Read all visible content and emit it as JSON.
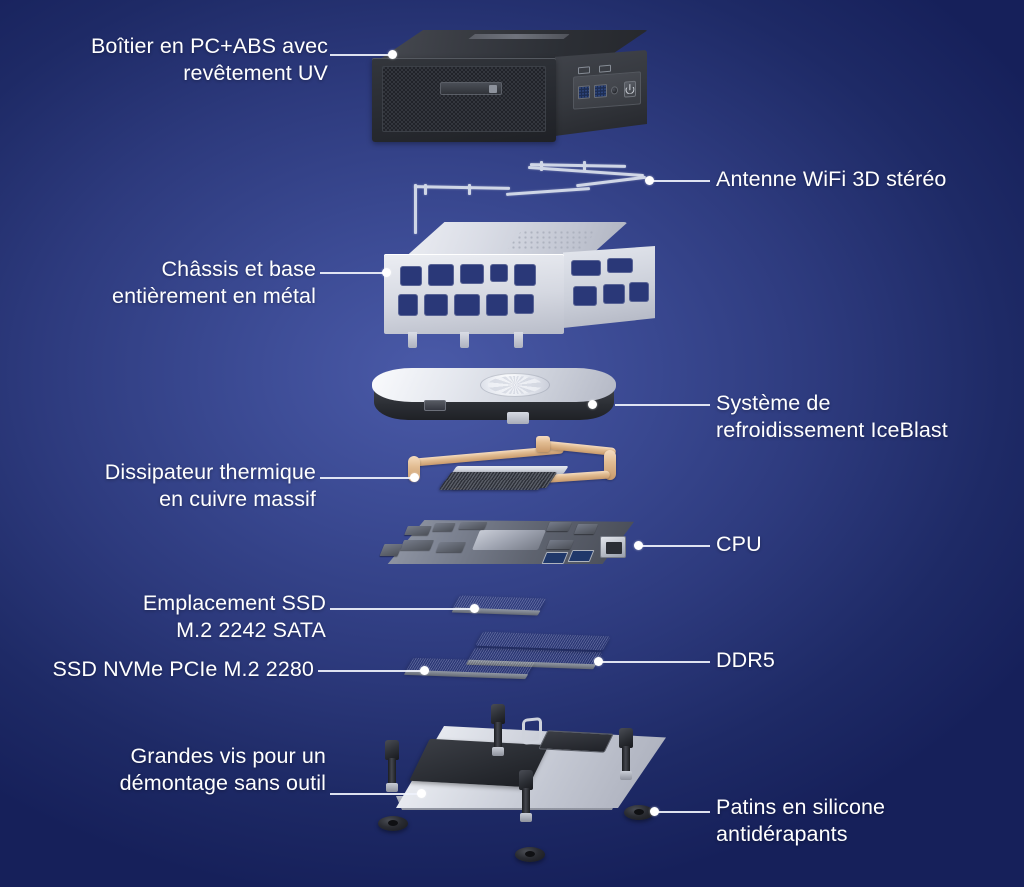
{
  "page": {
    "title": "Vue éclatée du mini PC",
    "background_color": "#2d3a7d",
    "label_color": "#ffffff",
    "leader_line_color": "#eef1fb"
  },
  "callouts": [
    {
      "id": "case",
      "text": "Boîtier en PC+ABS avec\nrevêtement UV",
      "side": "left",
      "part": "top-case"
    },
    {
      "id": "antenna",
      "text": "Antenne WiFi 3D stéréo",
      "side": "right",
      "part": "wifi-antenna"
    },
    {
      "id": "chassis",
      "text": "Châssis et base\nentièrement en métal",
      "side": "left",
      "part": "metal-chassis"
    },
    {
      "id": "cooling",
      "text": "Système de\nrefroidissement IceBlast",
      "side": "right",
      "part": "cooling-fan"
    },
    {
      "id": "heatsink",
      "text": "Dissipateur thermique\nen cuivre massif",
      "side": "left",
      "part": "copper-heatsink"
    },
    {
      "id": "cpu",
      "text": "CPU",
      "side": "right",
      "part": "motherboard"
    },
    {
      "id": "ssd-sata",
      "text": "Emplacement SSD\nM.2 2242 SATA",
      "side": "left",
      "part": "m2-2242-module"
    },
    {
      "id": "ssd-nvme",
      "text": "SSD NVMe PCIe M.2 2280",
      "side": "left",
      "part": "m2-2280-module"
    },
    {
      "id": "ddr5",
      "text": "DDR5",
      "side": "right",
      "part": "ddr5-modules"
    },
    {
      "id": "screws",
      "text": "Grandes vis pour un\ndémontage sans outil",
      "side": "left",
      "part": "captive-screws"
    },
    {
      "id": "feet",
      "text": "Patins en silicone\nantidérapants",
      "side": "right",
      "part": "silicone-feet"
    }
  ],
  "parts": {
    "top_case": {
      "name": "Boîtier supérieur",
      "color": "#2c2f35",
      "front_io": [
        {
          "icon": "sd-card-icon",
          "label": "SD"
        },
        {
          "icon": "usb-icon",
          "label": "USB"
        },
        {
          "icon": "usb-icon",
          "label": "USB"
        },
        {
          "icon": "headphone-jack-icon",
          "label": "Audio"
        },
        {
          "icon": "power-icon",
          "label": "Power"
        }
      ]
    },
    "wifi_antenna": {
      "name": "Antenne WiFi",
      "color": "#cfd6e6"
    },
    "metal_chassis": {
      "name": "Châssis métal",
      "color": "#d5d8e1"
    },
    "cooling_fan": {
      "name": "Ventilateur IceBlast",
      "color": "#2b2e34"
    },
    "copper_heatsink": {
      "name": "Caloducs cuivre",
      "color": "#e2bd93"
    },
    "motherboard": {
      "name": "Carte mère",
      "color": "#7d8392"
    },
    "m2_2242": {
      "name": "SSD M.2 2242",
      "color": "#aab0bb"
    },
    "m2_2280": {
      "name": "SSD M.2 2280",
      "color": "#aab0bb"
    },
    "ddr5": {
      "name": "Barrettes DDR5",
      "color": "#aab0bb",
      "count": 2
    },
    "base_plate": {
      "name": "Base métal",
      "color": "#e0e3ea"
    },
    "captive_screws": {
      "name": "Vis imperdables",
      "color": "#2b2e34",
      "count": 4
    },
    "silicone_feet": {
      "name": "Patins silicone",
      "color": "#2a2c32",
      "count": 3
    }
  }
}
